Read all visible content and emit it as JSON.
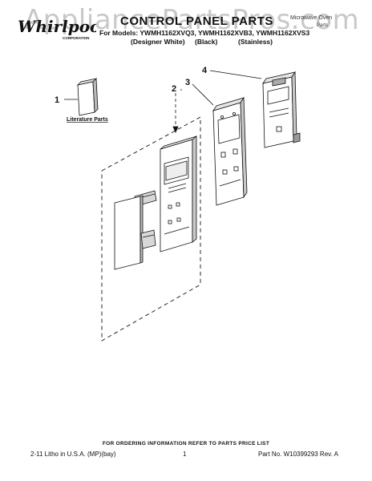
{
  "header": {
    "brand": "Whirlpool",
    "brand_tagline": "CORPORATION",
    "title": "CONTROL PANEL PARTS",
    "product_label": "Microwave Oven",
    "rev_label": "Parts",
    "models_line": "For Models: YWMH1162XVQ3, YWMH1162XVB3, YWMH1162XVS3",
    "variants": [
      "(Designer White)",
      "(Black)",
      "(Stainless)"
    ],
    "watermark": "AppliancePartsPros.com"
  },
  "diagram": {
    "callouts": [
      "1",
      "2",
      "3",
      "4"
    ],
    "literature_label": "Literature Parts"
  },
  "footer": {
    "note": "FOR ORDERING INFORMATION REFER TO PARTS PRICE LIST",
    "litho": "2-11 Litho in U.S.A. (MP)(bay)",
    "page": "1",
    "part_no": "Part No. W10399293 Rev. A"
  }
}
